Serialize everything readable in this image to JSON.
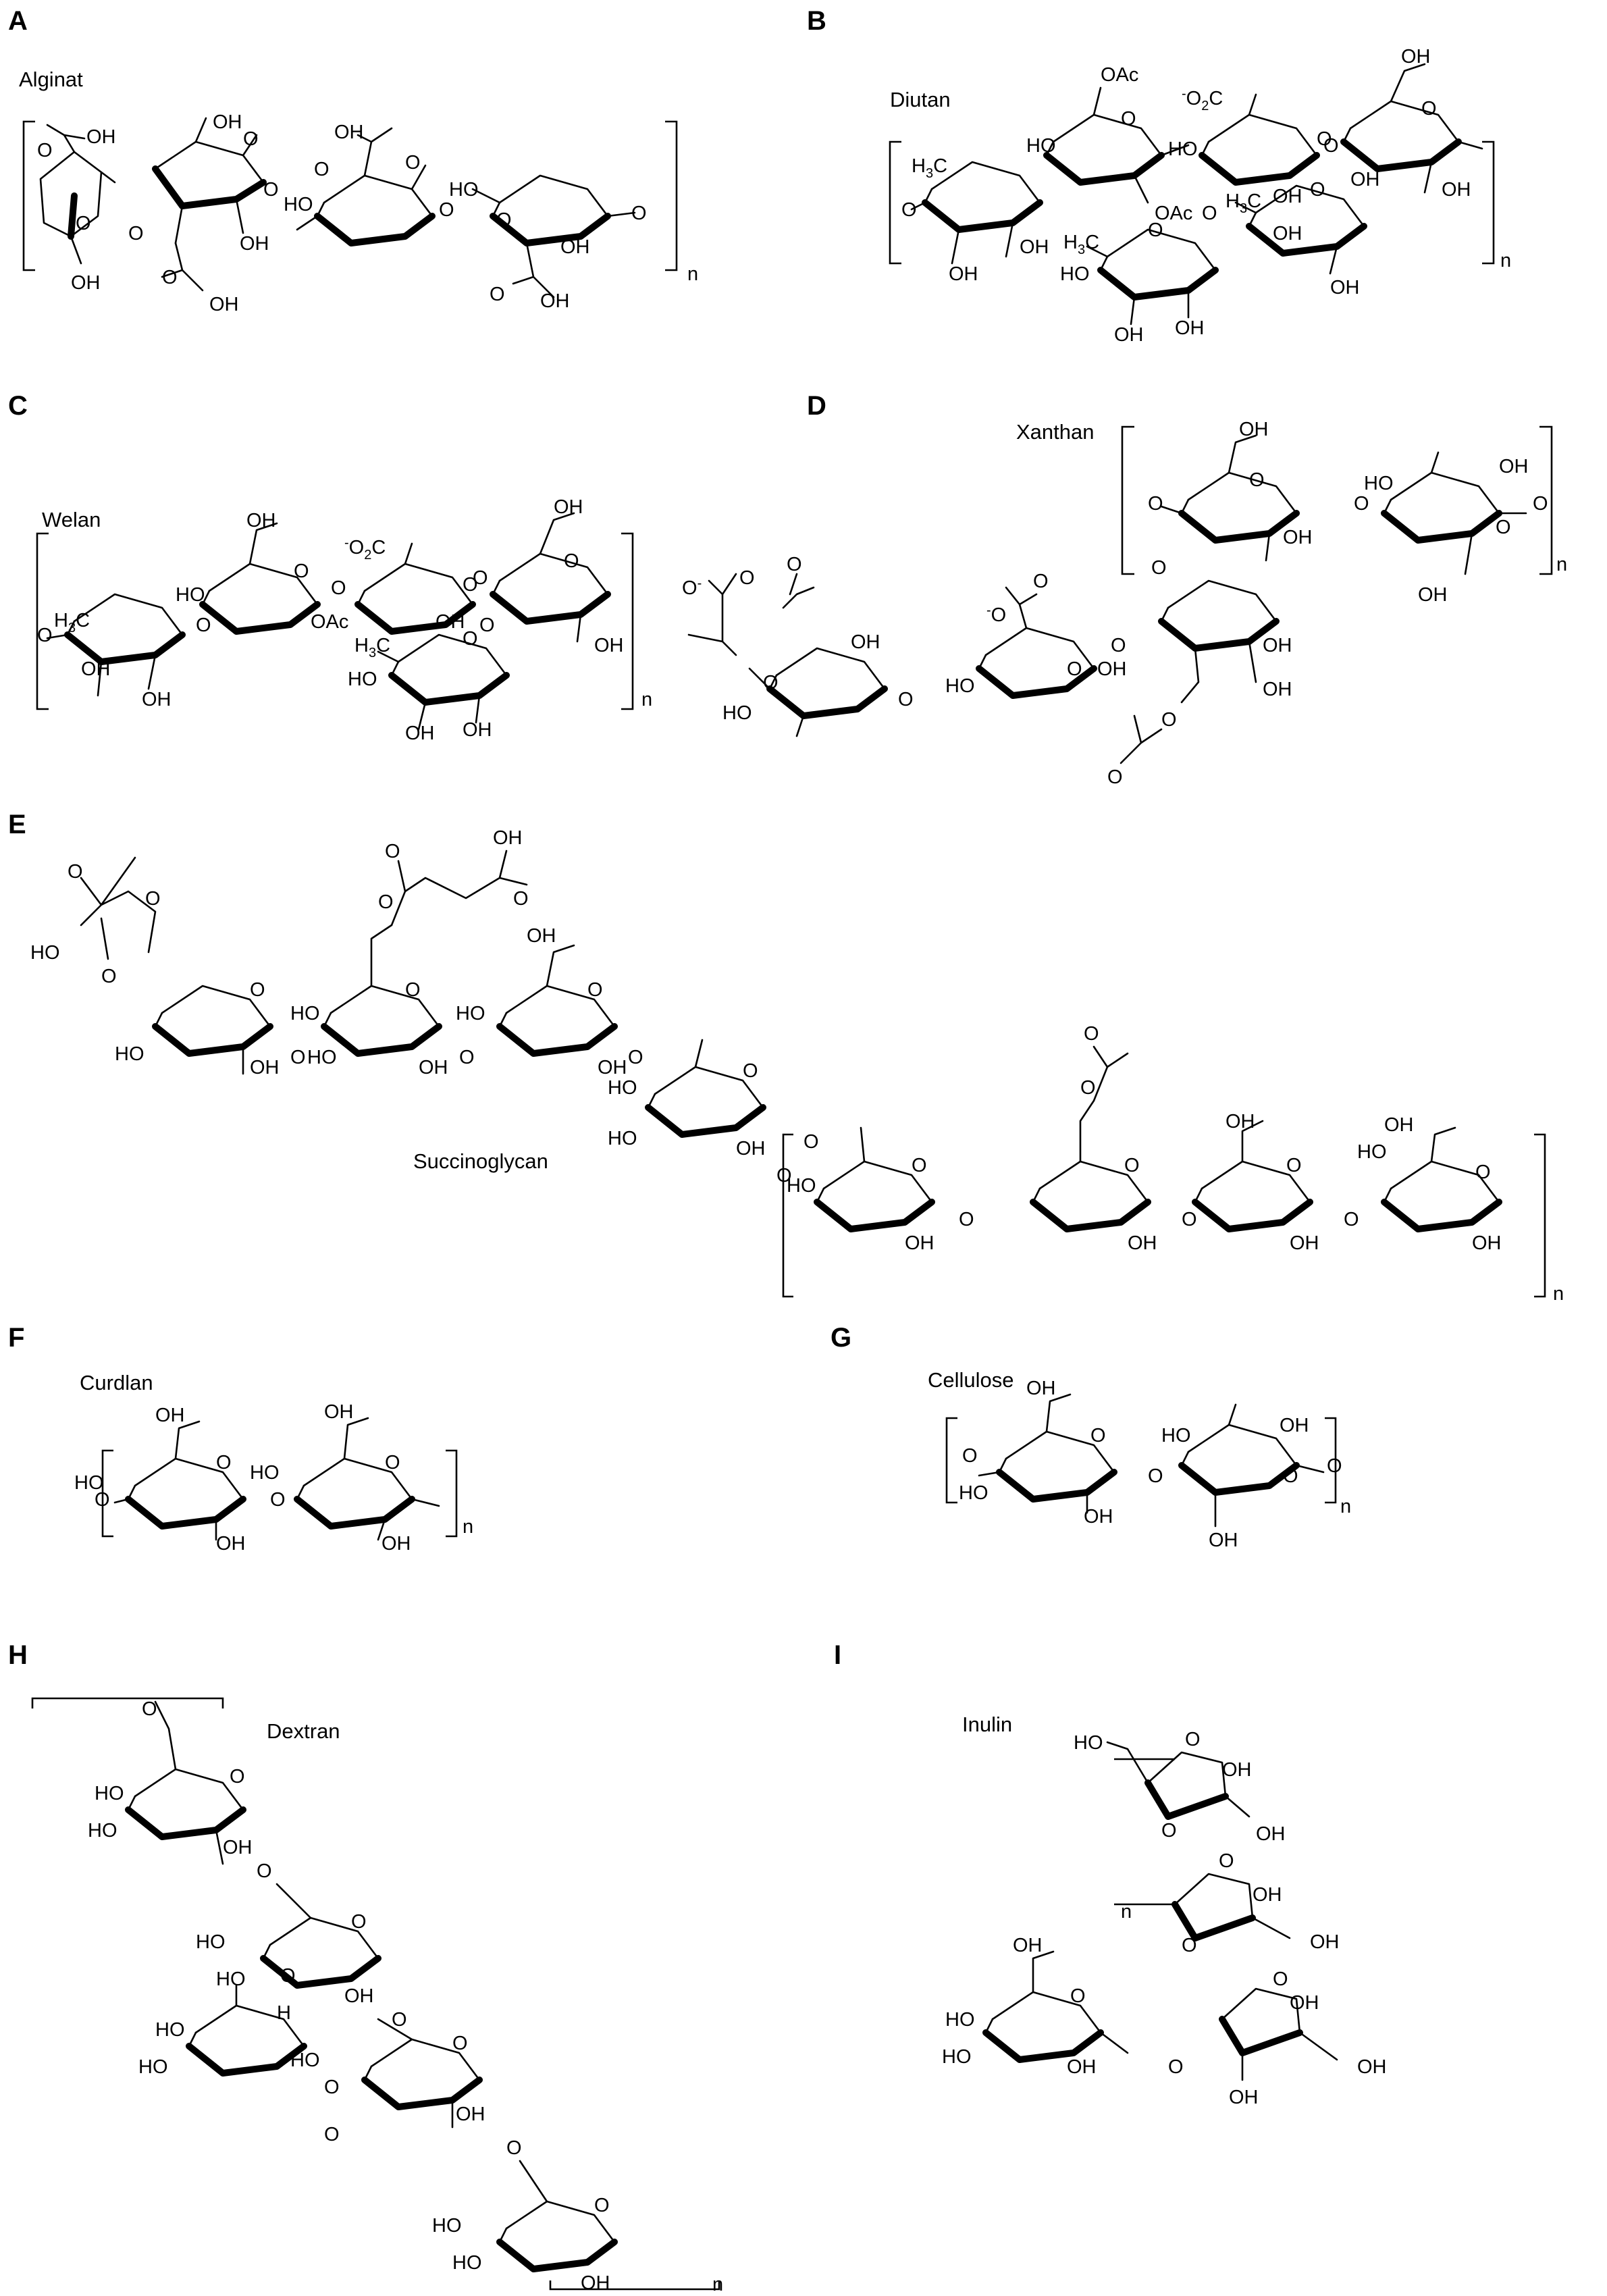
{
  "panels": {
    "A": {
      "letter": "A",
      "name": "Alginat",
      "repeat": "n"
    },
    "B": {
      "letter": "B",
      "name": "Diutan",
      "repeat": "n"
    },
    "C": {
      "letter": "C",
      "name": "Welan",
      "repeat": "n"
    },
    "D": {
      "letter": "D",
      "name": "Xanthan",
      "repeat": "n"
    },
    "E": {
      "letter": "E",
      "name": "Succinoglycan",
      "repeat": "n"
    },
    "F": {
      "letter": "F",
      "name": "Curdlan",
      "repeat": "n"
    },
    "G": {
      "letter": "G",
      "name": "Cellulose",
      "repeat": "n"
    },
    "H": {
      "letter": "H",
      "name": "Dextran",
      "repeat": "n"
    },
    "I": {
      "letter": "I",
      "name": "Inulin",
      "repeat": "n"
    }
  },
  "atoms": {
    "oh": "OH",
    "ho": "HO",
    "o": "O",
    "oac": "OAc",
    "ch3": "H3C",
    "carboxylate": "-O2C",
    "o_minus": "O-",
    "h": "H"
  }
}
